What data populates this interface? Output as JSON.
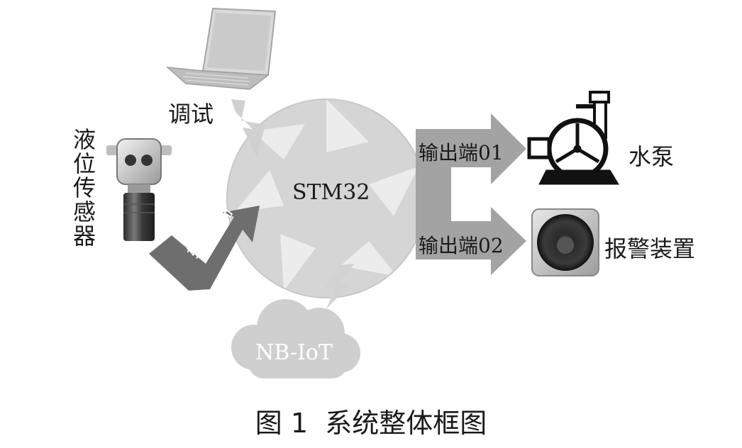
{
  "labels": {
    "debug": "调试",
    "sensor": "液位传感器",
    "mcu": "STM32",
    "input": "输入端",
    "output1": "输出端01",
    "output2": "输出端02",
    "pump": "水泵",
    "alarm": "报警装置",
    "network": "NB-IoT"
  },
  "caption": "图 1  系统整体框图"
}
